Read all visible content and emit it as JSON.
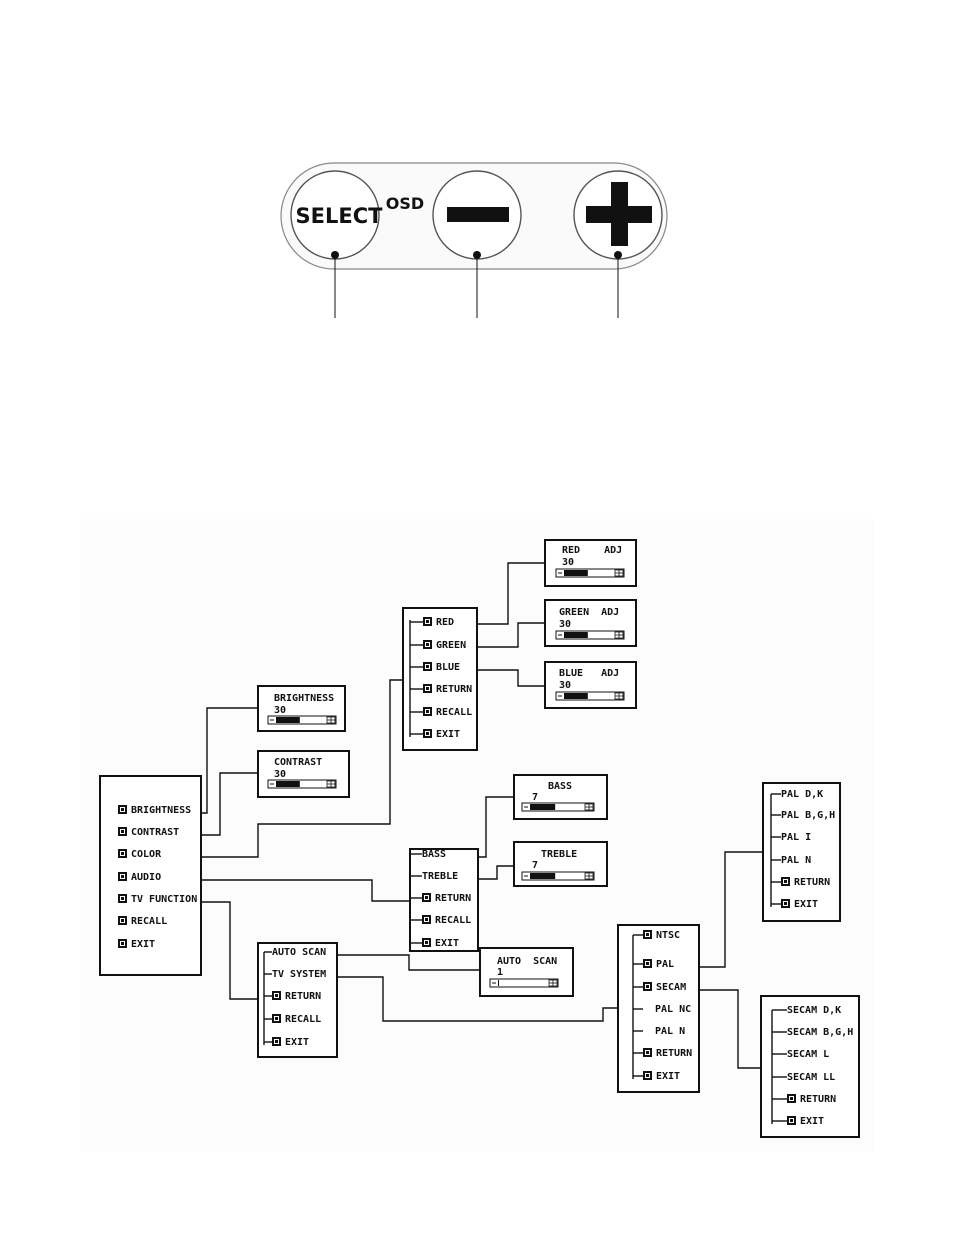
{
  "panel": {
    "select_label": "SELECT",
    "osd_label": "OSD"
  },
  "menus": {
    "main": [
      "BRIGHTNESS",
      "CONTRAST",
      "COLOR",
      "AUDIO",
      "TV FUNCTION",
      "RECALL",
      "EXIT"
    ],
    "color": [
      "RED",
      "GREEN",
      "BLUE",
      "RETURN",
      "RECALL",
      "EXIT"
    ],
    "audio": [
      "BASS",
      "TREBLE",
      "RETURN",
      "RECALL",
      "EXIT"
    ],
    "tv_function": [
      "AUTO SCAN",
      "TV SYSTEM",
      "RETURN",
      "RECALL",
      "EXIT"
    ],
    "tv_system": [
      "NTSC",
      "PAL",
      "SECAM",
      "PAL  NC",
      "PAL  N",
      "RETURN",
      "EXIT"
    ],
    "pal": [
      "PAL  D,K",
      "PAL  B,G,H",
      "PAL  I",
      "PAL  N",
      "RETURN",
      "EXIT"
    ],
    "secam": [
      "SECAM  D,K",
      "SECAM  B,G,H",
      "SECAM  L",
      "SECAM  LL",
      "RETURN",
      "EXIT"
    ]
  },
  "adjusters": {
    "brightness": {
      "title": "BRIGHTNESS",
      "value": "30"
    },
    "contrast": {
      "title": "CONTRAST",
      "value": "30"
    },
    "red": {
      "title": "RED    ADJ",
      "value": "30"
    },
    "green": {
      "title": "GREEN  ADJ",
      "value": "30"
    },
    "blue": {
      "title": "BLUE   ADJ",
      "value": "30"
    },
    "bass": {
      "title": "BASS",
      "value": "7"
    },
    "treble": {
      "title": "TREBLE",
      "value": "7"
    },
    "auto_scan": {
      "title": "AUTO  SCAN",
      "value": "1"
    }
  },
  "colors": {
    "ink": "#111111",
    "panel_bg": "#fafafa",
    "diagram_bg": "#fcfcfc"
  }
}
